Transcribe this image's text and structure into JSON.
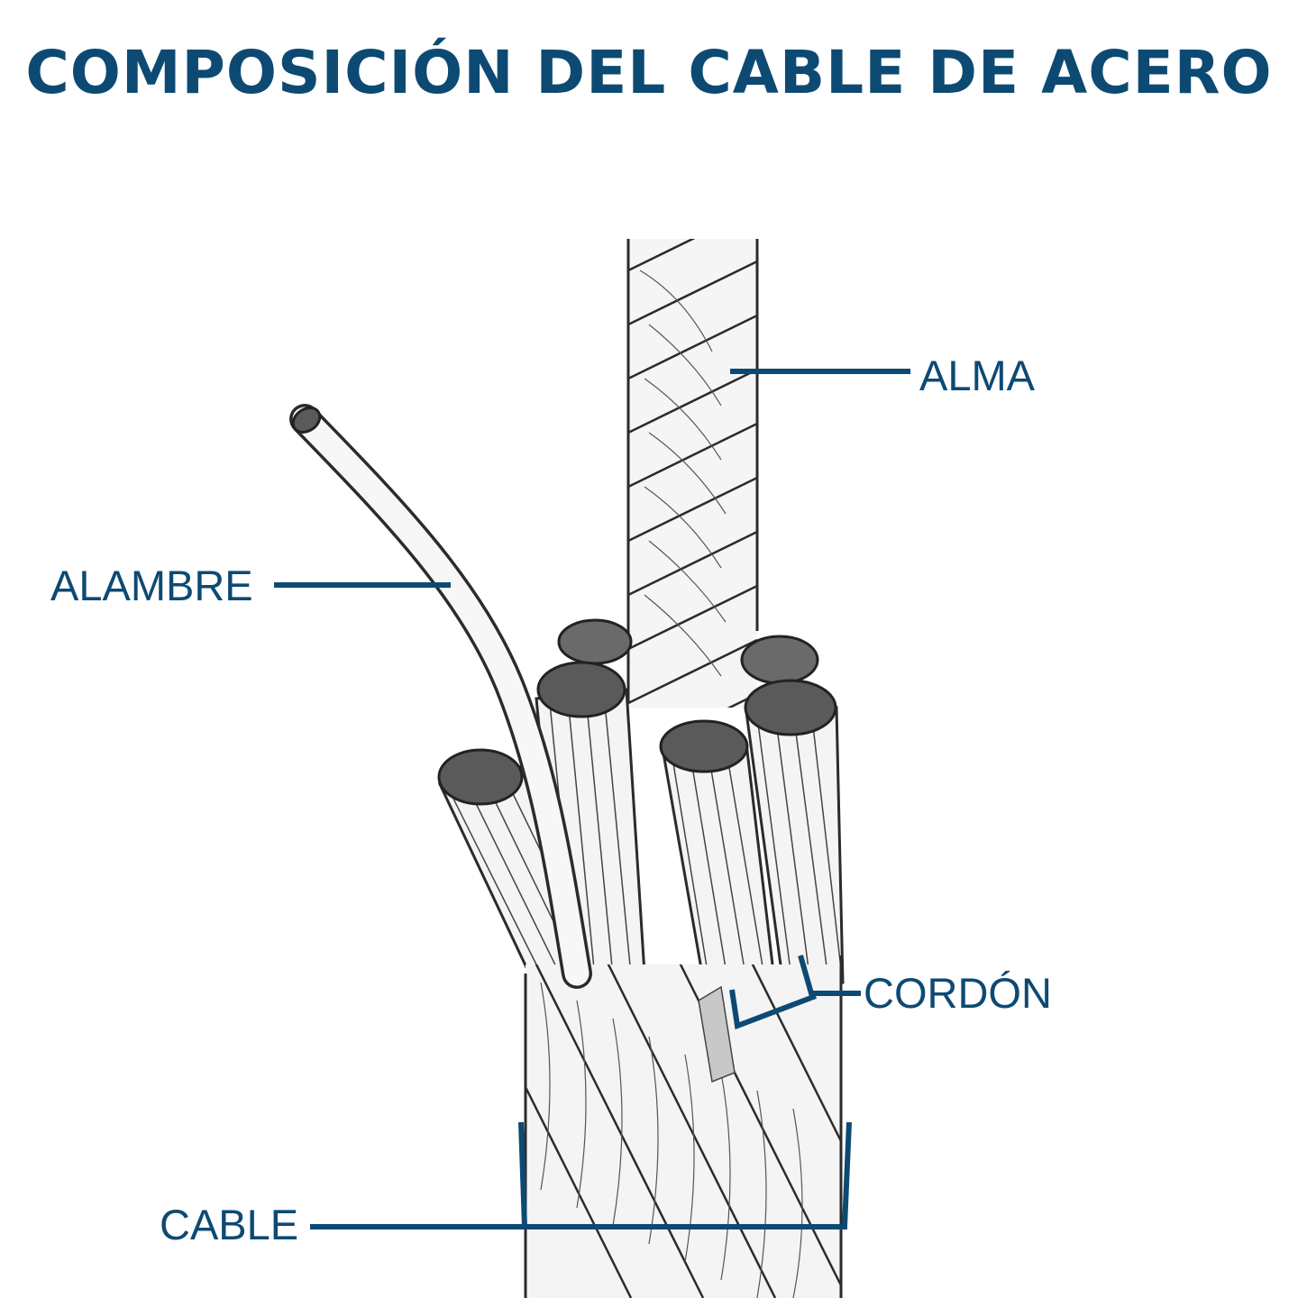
{
  "title": "COMPOSICIÓN DEL CABLE DE ACERO",
  "labels": {
    "alma": "ALMA",
    "alambre": "ALAMBRE",
    "cordon": "CORDÓN",
    "cable": "CABLE"
  },
  "colors": {
    "accent": "#0d4a73",
    "ink": "#2b2b2b",
    "strand_fill": "#f4f4f4",
    "wire_end": "#5a5a5a"
  }
}
